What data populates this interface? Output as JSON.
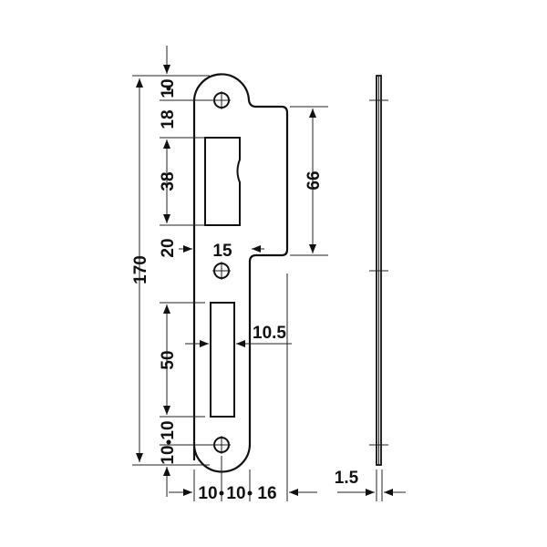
{
  "labels": {
    "top_10": "10",
    "d18": "18",
    "d38": "38",
    "d20": "20",
    "d50": "50",
    "lower_10a": "10",
    "lower_10b": "10",
    "total_170": "170",
    "d66": "66",
    "d15": "15",
    "d10_5": "10.5",
    "bottom_10a": "10",
    "bottom_10b": "10",
    "bottom_16": "16",
    "thickness": "1.5"
  },
  "colors": {
    "line": "#111111",
    "background": "#ffffff"
  }
}
